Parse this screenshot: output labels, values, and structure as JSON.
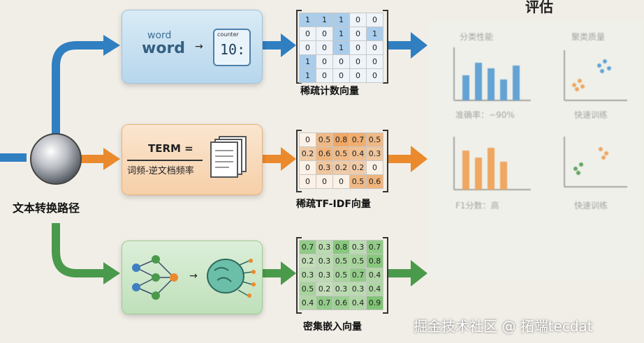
{
  "evaluation": {
    "title": "评估",
    "classification_label": "分类性能",
    "clustering_label": "聚类质量",
    "accuracy_label": "准确率：~90%",
    "f1_label": "F1分数：高",
    "fast_training_1": "快速训练",
    "fast_training_2": "快速训练"
  },
  "source_node": {
    "label": "文本转换路径"
  },
  "paths": {
    "sparse_count": {
      "caption": "稀疏计数向量",
      "card_word_large": "word",
      "card_word_small": "word",
      "counter_label": "counter",
      "counter_value": "10:",
      "matrix": [
        [
          "1",
          "1",
          "1",
          "0",
          "0"
        ],
        [
          "0",
          "0",
          "1",
          "0",
          "1"
        ],
        [
          "0",
          "0",
          "1",
          "0",
          "0"
        ],
        [
          "1",
          "0",
          "0",
          "0",
          "0"
        ],
        [
          "1",
          "0",
          "0",
          "0",
          "0"
        ]
      ]
    },
    "sparse_tfidf": {
      "caption": "稀疏TF-IDF向量",
      "term_label": "TERM =",
      "term_sub": "词频-逆文档频率",
      "matrix": [
        [
          "0",
          "0.5",
          "0.8",
          "0.7",
          "0.5"
        ],
        [
          "0.2",
          "0.6",
          "0.5",
          "0.4",
          "0.3"
        ],
        [
          "0",
          "0.3",
          "0.2",
          "0.2",
          "0"
        ],
        [
          "0",
          "0",
          "0",
          "0.5",
          "0.6"
        ]
      ]
    },
    "dense_embedding": {
      "caption": "密集嵌入向量",
      "matrix": [
        [
          "0.7",
          "0.3",
          "0.8",
          "0.3",
          "0.7"
        ],
        [
          "0.2",
          "0.3",
          "0.5",
          "0.5",
          "0.8"
        ],
        [
          "0.3",
          "0.3",
          "0.5",
          "0.7",
          "0.4"
        ],
        [
          "0.5",
          "0.2",
          "0.3",
          "0.3",
          "0.4"
        ],
        [
          "0.4",
          "0.7",
          "0.6",
          "0.4",
          "0.9"
        ]
      ]
    }
  },
  "watermark": "掘金技术社区 @ 拓端tecdat",
  "colors": {
    "blue": "#2f7fc1",
    "orange": "#ea8a2c",
    "green": "#4a9a4b"
  }
}
